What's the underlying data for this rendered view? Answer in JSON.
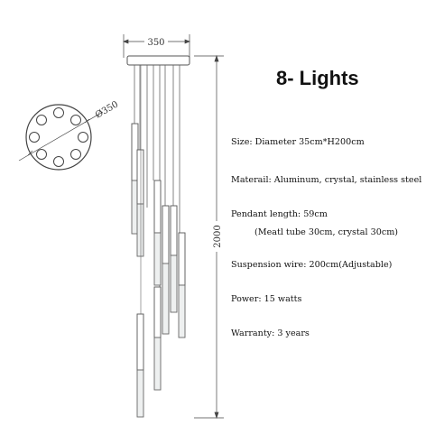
{
  "title": "8- Lights",
  "dimensions": {
    "canopy_width": "350",
    "diameter": "Ø350",
    "total_height": "2000"
  },
  "specs": {
    "size": "Size: Diameter 35cm*H200cm",
    "material": "Materail: Aluminum, crystal, stainless steel",
    "pendant_length": "Pendant length: 59cm",
    "pendant_detail": "(Meatl tube 30cm, crystal 30cm)",
    "suspension": "Suspension wire: 200cm(Adjustable)",
    "power": "Power: 15 watts",
    "warranty": "Warranty: 3 years"
  },
  "light_count": 8
}
